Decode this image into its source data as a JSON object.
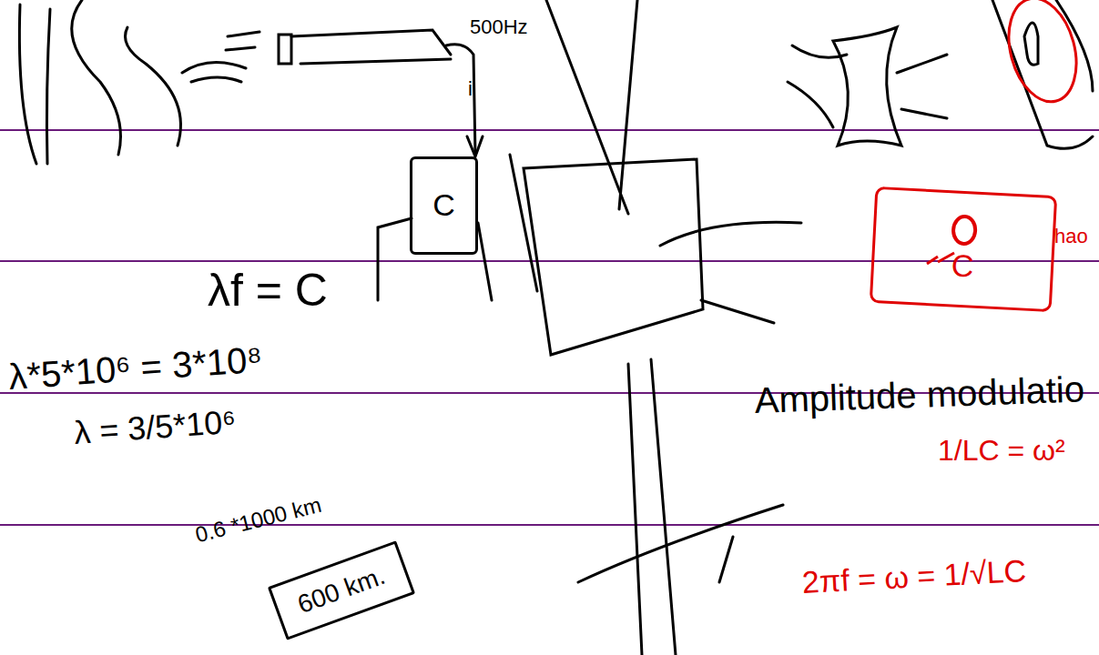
{
  "diagram": {
    "nodes": [
      {
        "text": [
          "C"
        ]
      },
      {
        "text": [
          "600 km."
        ]
      },
      {
        "text": [
          "C"
        ]
      }
    ],
    "labels": [
      "500Hz",
      "i",
      "λf = C",
      "λ*5*10⁶ = 3*10⁸",
      "λ = 3/5*10⁶",
      "0.6 *1000 km",
      "Amplitude modulatio",
      "hao",
      "1/LC = ω²",
      "2πf = ω = 1/√LC"
    ]
  }
}
